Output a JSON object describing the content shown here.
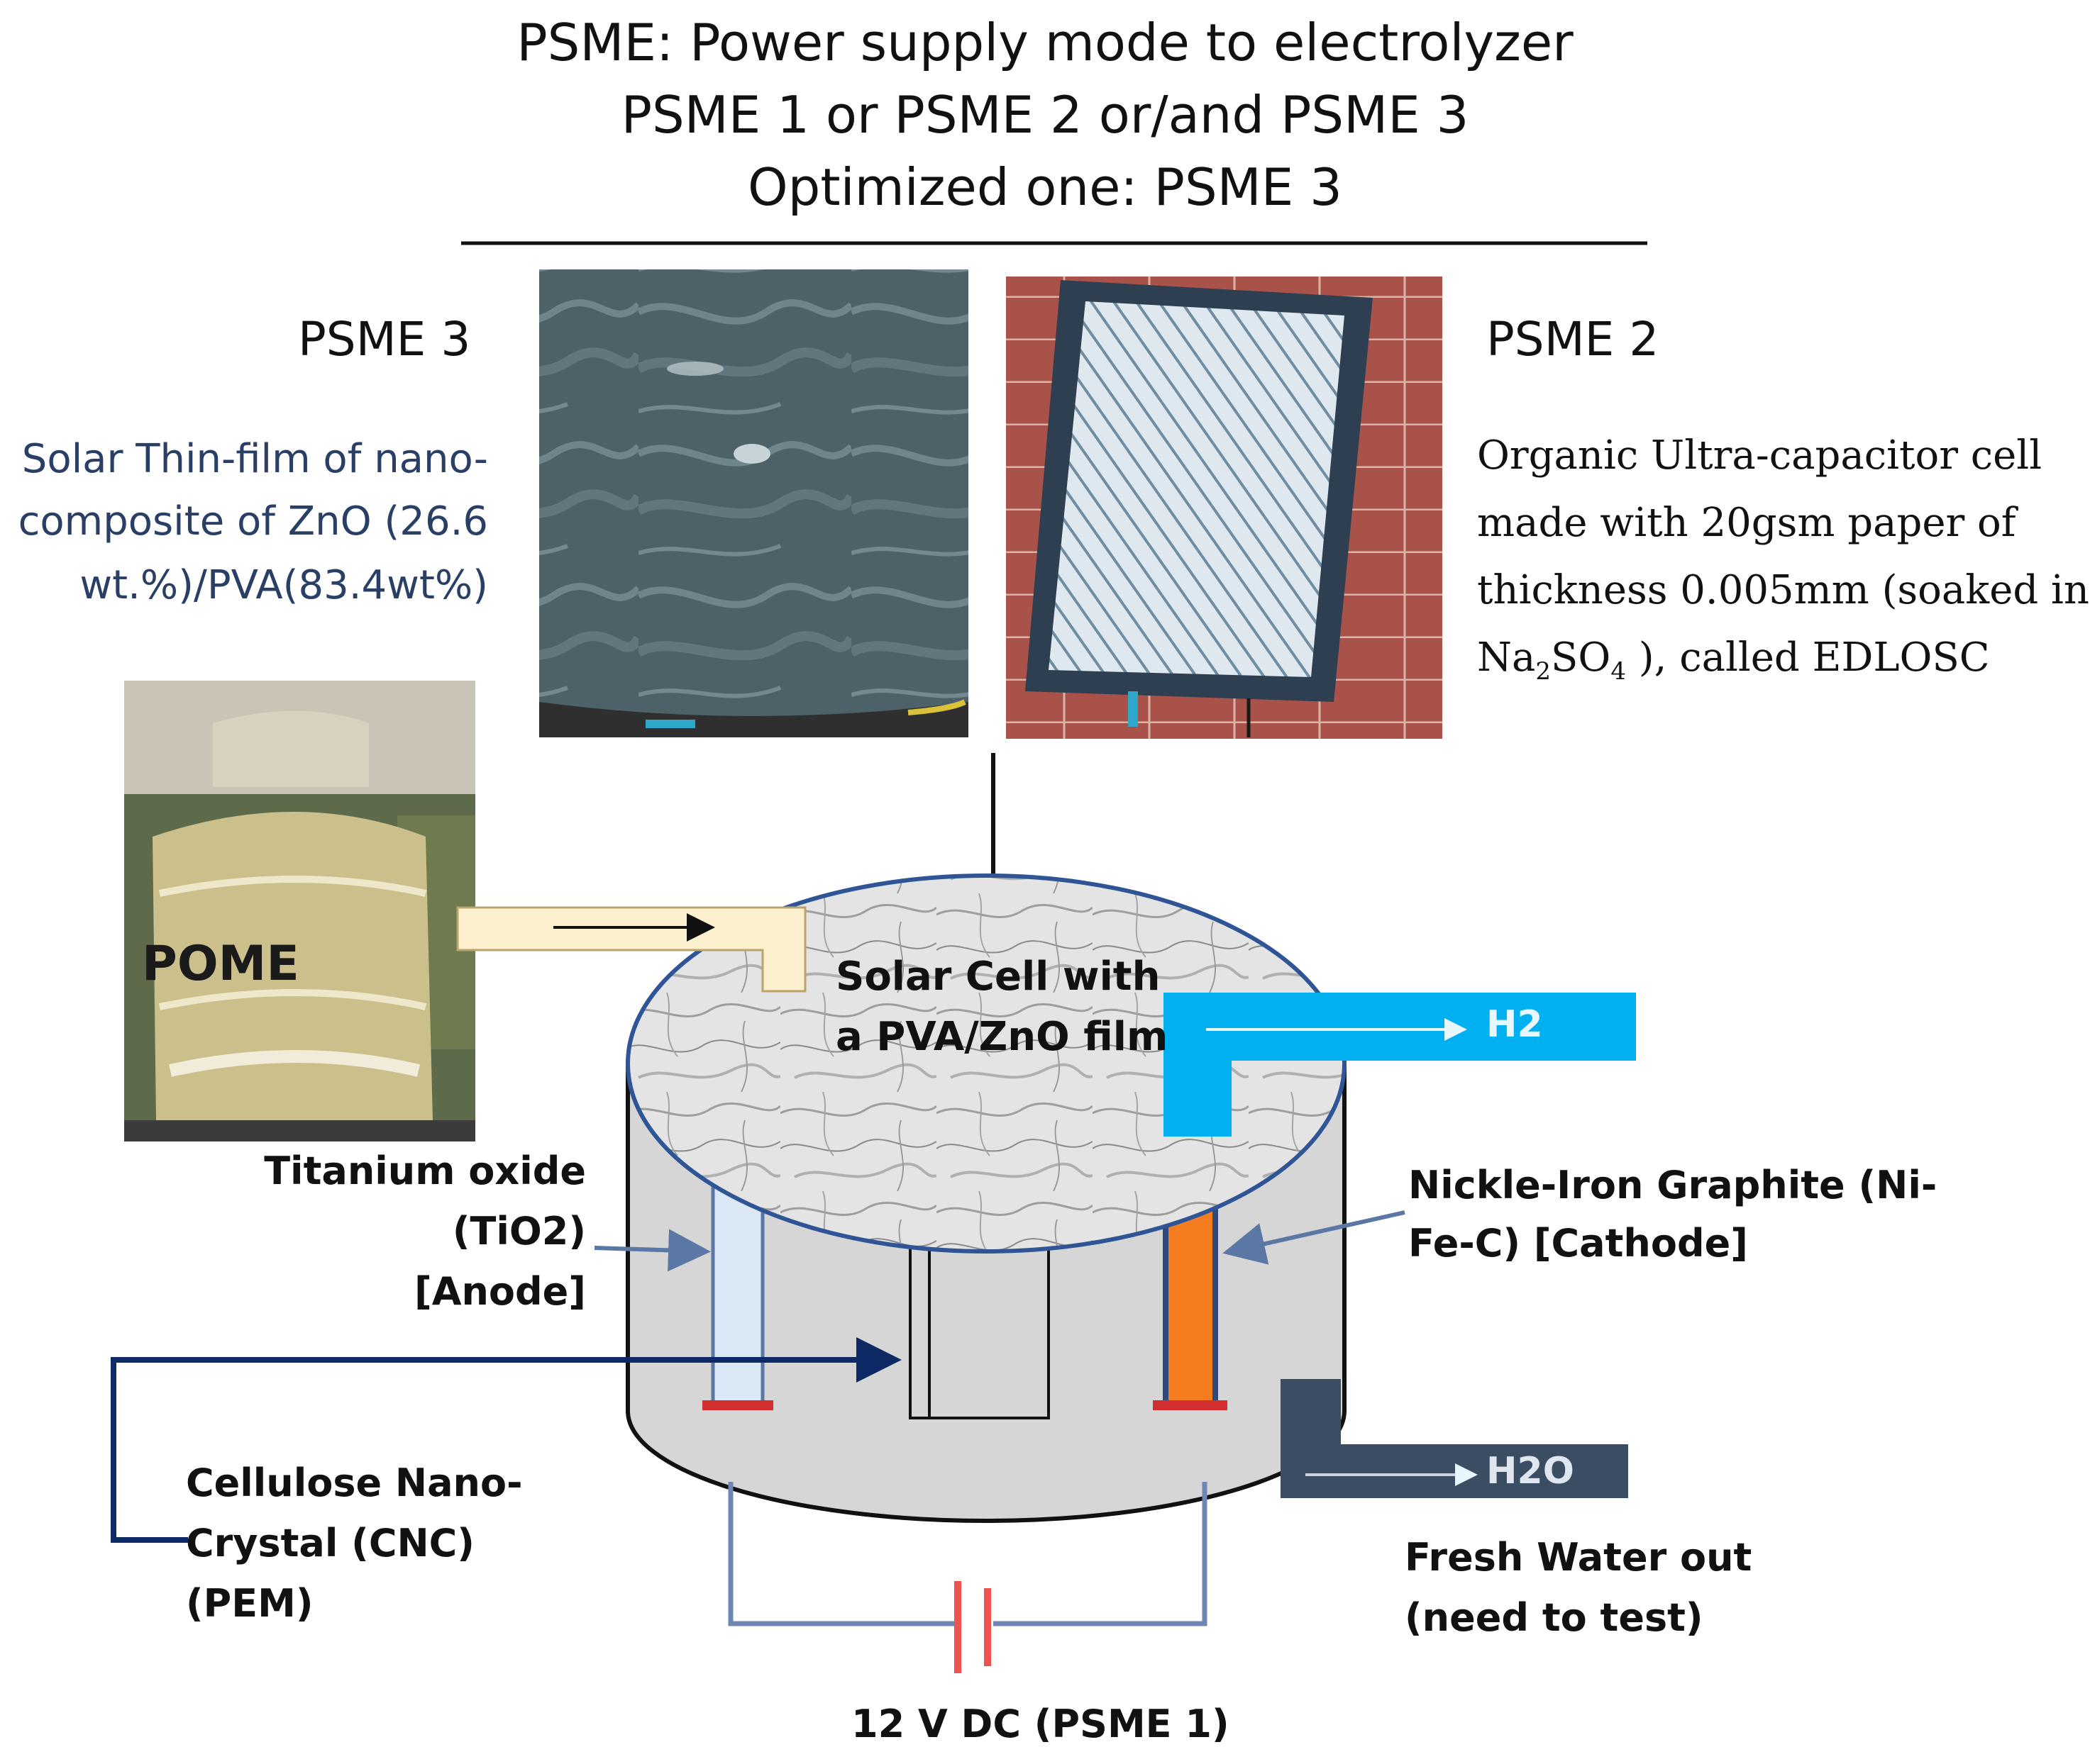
{
  "header": {
    "line1": "PSME: Power supply mode to electrolyzer",
    "line2": "PSME 1 or PSME 2 or/and PSME 3",
    "line3": "Optimized one: PSME 3"
  },
  "psme3": {
    "label": "PSME 3",
    "desc1": "Solar Thin-film of nano-",
    "desc2": "composite of ZnO (26.6",
    "desc3": "wt.%)/PVA(83.4wt%)"
  },
  "psme2": {
    "label": "PSME 2",
    "desc1": "Organic Ultra-capacitor cell",
    "desc2": "made with 20gsm paper of",
    "desc3": "thickness 0.005mm (soaked in",
    "desc4_prefix": "Na",
    "desc4_sub1": "2",
    "desc4_mid": "SO",
    "desc4_sub2": "4",
    "desc4_suffix": " ), called EDLOSC"
  },
  "pome_label": "POME",
  "solar_cell": {
    "line1": "Solar Cell with",
    "line2": "a PVA/ZnO film"
  },
  "outputs": {
    "h2": "H2",
    "h2o": "H2O"
  },
  "anode": {
    "line1": "Titanium oxide",
    "line2": "(TiO2)",
    "line3": "[Anode]"
  },
  "cathode": {
    "line1": "Nickle-Iron Graphite (Ni-",
    "line2": "Fe-C) [Cathode]"
  },
  "pem": {
    "line1": "Cellulose Nano-",
    "line2": "Crystal (CNC)",
    "line3": "(PEM)"
  },
  "fresh_water": {
    "line1": "Fresh Water out",
    "line2": "(need to test)"
  },
  "battery_label": "12 V DC (PSME 1)",
  "colors": {
    "h2_pipe": "#00b0f0",
    "h2o_pipe": "#3b4d63",
    "pome_pipe": "#fdf0cf",
    "anode_rod": "#dbe9f7",
    "cathode_rod": "#f57c1f",
    "pem_arrow": "#0d2a66",
    "label_arrow": "#5b77a3",
    "battery": "#ef5350",
    "wire": "#6d86b3",
    "seal": "#d32f2f"
  }
}
